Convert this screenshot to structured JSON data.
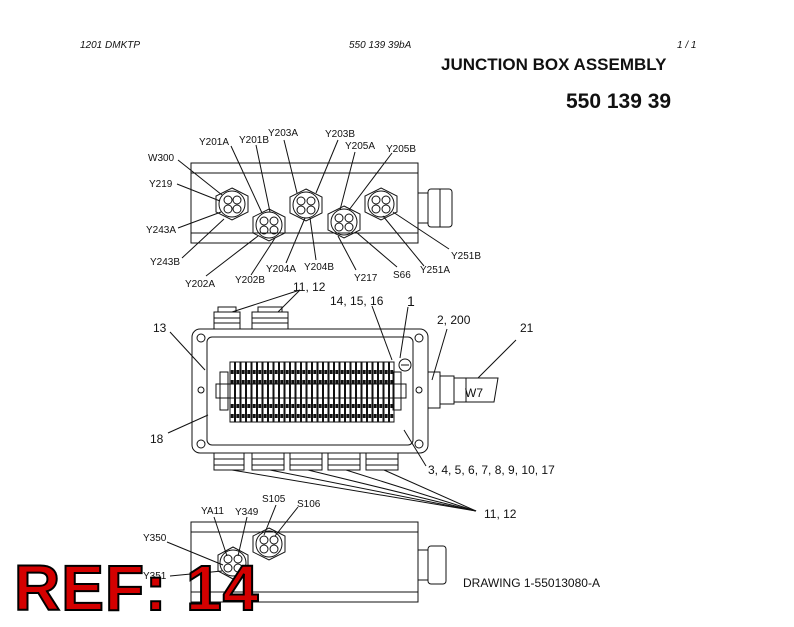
{
  "header": {
    "left": "1201 DMKTP",
    "center": "550 139 39bA",
    "right": "1 /   1"
  },
  "title": "JUNCTION BOX ASSEMBLY",
  "part_number": "550 139 39",
  "top_view_labels": {
    "w300": "W300",
    "y219": "Y219",
    "y243a": "Y243A",
    "y243b": "Y243B",
    "y201a": "Y201A",
    "y201b": "Y201B",
    "y203a": "Y203A",
    "y203b": "Y203B",
    "y205a": "Y205A",
    "y205b": "Y205B",
    "y202a": "Y202A",
    "y202b": "Y202B",
    "y204a": "Y204A",
    "y204b": "Y204B",
    "y217": "Y217",
    "s66": "S66",
    "y251a": "Y251A",
    "y251b": "Y251B"
  },
  "front_view_labels": {
    "c_11_12_top": "11, 12",
    "c_14_15_16": "14, 15, 16",
    "c_1": "1",
    "c_2_200": "2, 200",
    "c_21": "21",
    "c_13": "13",
    "c_18": "18",
    "w7": "W7",
    "c_3_17": "3, 4, 5, 6, 7, 8, 9, 10, 17",
    "c_11_12_bottom": "11, 12"
  },
  "bottom_view_labels": {
    "ya11": "YA11",
    "y349": "Y349",
    "s105": "S105",
    "s106": "S106",
    "y350": "Y350",
    "y351": "Y351"
  },
  "drawing_number": "DRAWING 1-55013080-A",
  "ref_stamp": "REF: 14"
}
